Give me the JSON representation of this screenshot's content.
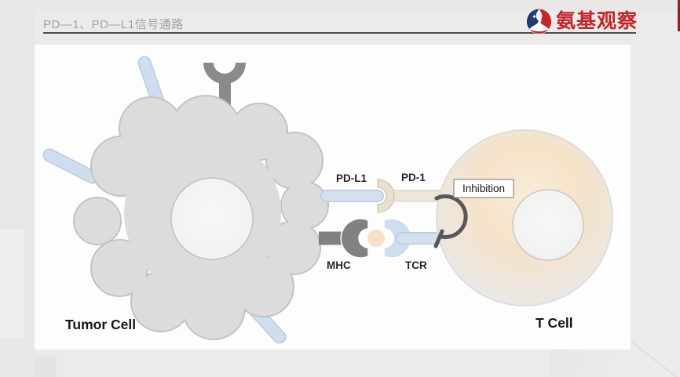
{
  "header": {
    "title": "PD—1、PD—L1信号通路",
    "logo_text": "氨基观察",
    "brand_red": "#c1272d",
    "rule_color": "#4e4c4a"
  },
  "diagram": {
    "tumor_cell_label": "Tumor Cell",
    "t_cell_label": "T Cell",
    "pdl1_label": "PD-L1",
    "pd1_label": "PD-1",
    "mhc_label": "MHC",
    "tcr_label": "TCR",
    "inhibition_label": "Inhibition",
    "icons": {
      "antibody_receptor": "y-receptor-icon",
      "logo": "swirl-globe-icon",
      "inhibition_symbol": "inhibition-hook-icon"
    },
    "colors": {
      "tumor_fill": "#dcdcdc",
      "tumor_stroke": "#c2c2c2",
      "nucleus_fill": "#f4f4f3",
      "spike_blue": "#cfdeee",
      "receptor_gray": "#848484",
      "pd1_cream": "#e9e1cd",
      "pd1_bar_beige": "#ece7d7",
      "antigen_peach": "#f7e2c9",
      "inhibition_arc": "#575757",
      "tcell_center_glow": "#f9ecd8",
      "tcell_edge": "#e8e8eb"
    }
  }
}
